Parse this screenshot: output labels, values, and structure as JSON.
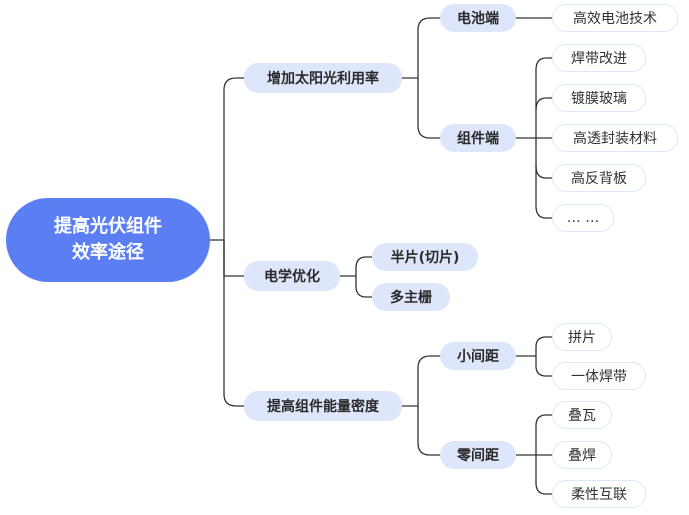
{
  "root": {
    "line1": "提高光伏组件",
    "line2": "效率途径"
  },
  "branches": [
    {
      "label": "增加太阳光利用率",
      "children": [
        {
          "label": "电池端",
          "leaves": [
            "高效电池技术"
          ]
        },
        {
          "label": "组件端",
          "leaves": [
            "焊带改进",
            "镀膜玻璃",
            "高透封装材料",
            "高反背板",
            "… …"
          ]
        }
      ]
    },
    {
      "label": "电学优化",
      "children": [
        {
          "label": "半片(切片)",
          "leaves": []
        },
        {
          "label": "多主栅",
          "leaves": []
        }
      ]
    },
    {
      "label": "提高组件能量密度",
      "children": [
        {
          "label": "小间距",
          "leaves": [
            "拼片",
            "一体焊带"
          ]
        },
        {
          "label": "零间距",
          "leaves": [
            "叠瓦",
            "叠焊",
            "柔性互联"
          ]
        }
      ]
    }
  ],
  "colors": {
    "root_fill": "#5b7ff2",
    "node_fill": "#dde6fb",
    "connector": "#333333"
  }
}
